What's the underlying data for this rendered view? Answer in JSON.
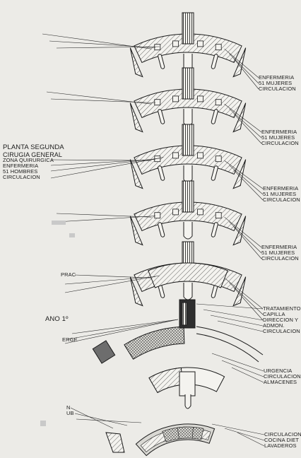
{
  "diagram": {
    "header_text": "",
    "floors": [
      {
        "labels": [
          "ENFERMERIA",
          "51 MUJERES",
          "CIRCULACION"
        ]
      },
      {
        "labels": [
          "ENFERMERIA",
          "51 MUJERES",
          "CIRCULACION"
        ]
      },
      {
        "title": [
          "PLANTA SEGUNDA",
          "CIRUGIA GENERAL"
        ],
        "left_labels": [
          "ZONA QUIRURGICA",
          "ENFERMERIA",
          "51 HOMBRES",
          "CIRCULACION"
        ],
        "labels": [
          "ENFERMERIA",
          "51 MUJERES",
          "CIRCULACION"
        ]
      },
      {
        "labels": [
          "ENFERMERIA",
          "51 MUJERES",
          "CIRCULACION"
        ]
      },
      {
        "labels": [
          "ENFERMERIA",
          "51 MUJERES",
          "CIRCULACION"
        ],
        "left_labels": [
          "PRAC"
        ]
      },
      {
        "title": [
          "ANO 1º"
        ],
        "left_labels": [
          "ERGE"
        ],
        "labels": [
          "TRATAMIENTOS",
          "CAPILLA",
          "DIRECCION Y",
          "ADMON.",
          "CIRCULACION"
        ]
      },
      {
        "labels": [
          "URGENCIA",
          "CIRCULACION",
          "ALMACENES"
        ]
      },
      {
        "left_labels": [
          "N",
          "UB"
        ],
        "labels": [
          "CIRCULACION",
          "COCINA DIET",
          "LAVADEROS"
        ]
      }
    ]
  }
}
